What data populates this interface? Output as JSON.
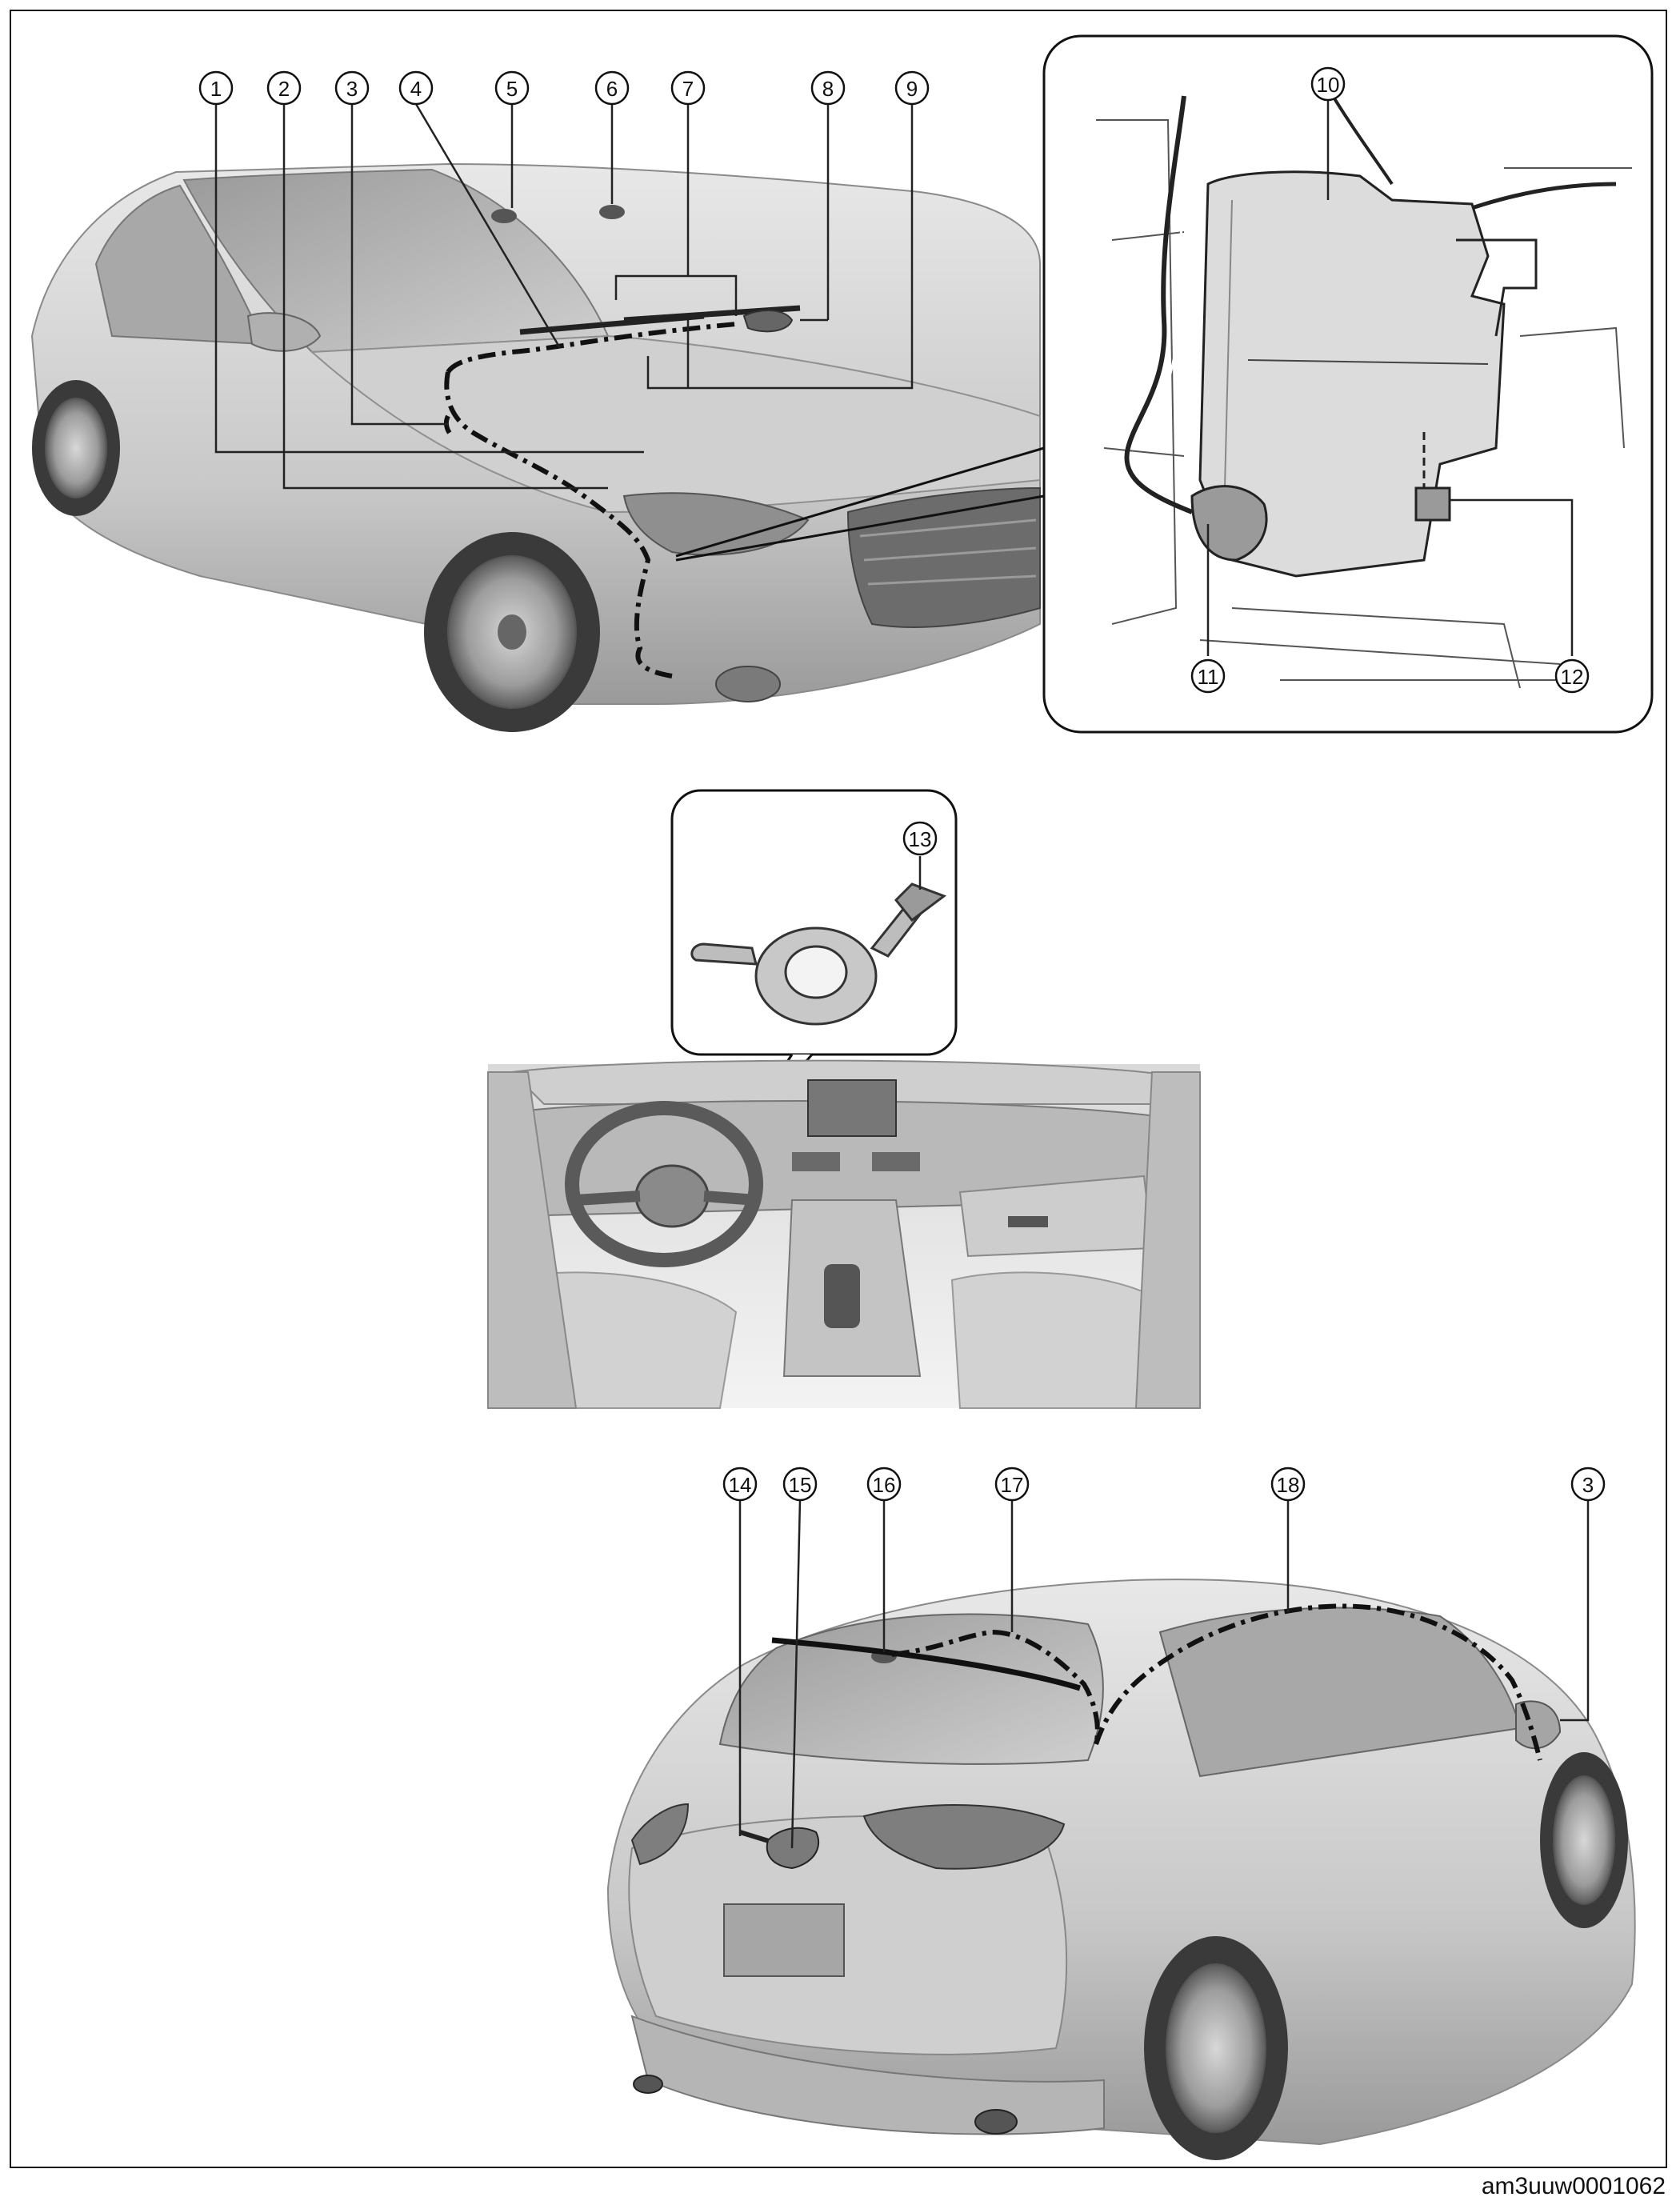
{
  "callouts": {
    "c1": "1",
    "c2": "2",
    "c3": "3",
    "c4": "4",
    "c5": "5",
    "c6": "6",
    "c7": "7",
    "c8": "8",
    "c9": "9",
    "c10": "10",
    "c11": "11",
    "c12": "12",
    "c13": "13",
    "c14": "14",
    "c15": "15",
    "c16": "16",
    "c17": "17",
    "c18": "18",
    "c3b": "3"
  },
  "image_id": "am3uuw0001062",
  "colors": {
    "body_light": "#e6e6e6",
    "body_mid": "#bdbdbd",
    "body_dark": "#7a7a7a",
    "line": "#111111"
  }
}
